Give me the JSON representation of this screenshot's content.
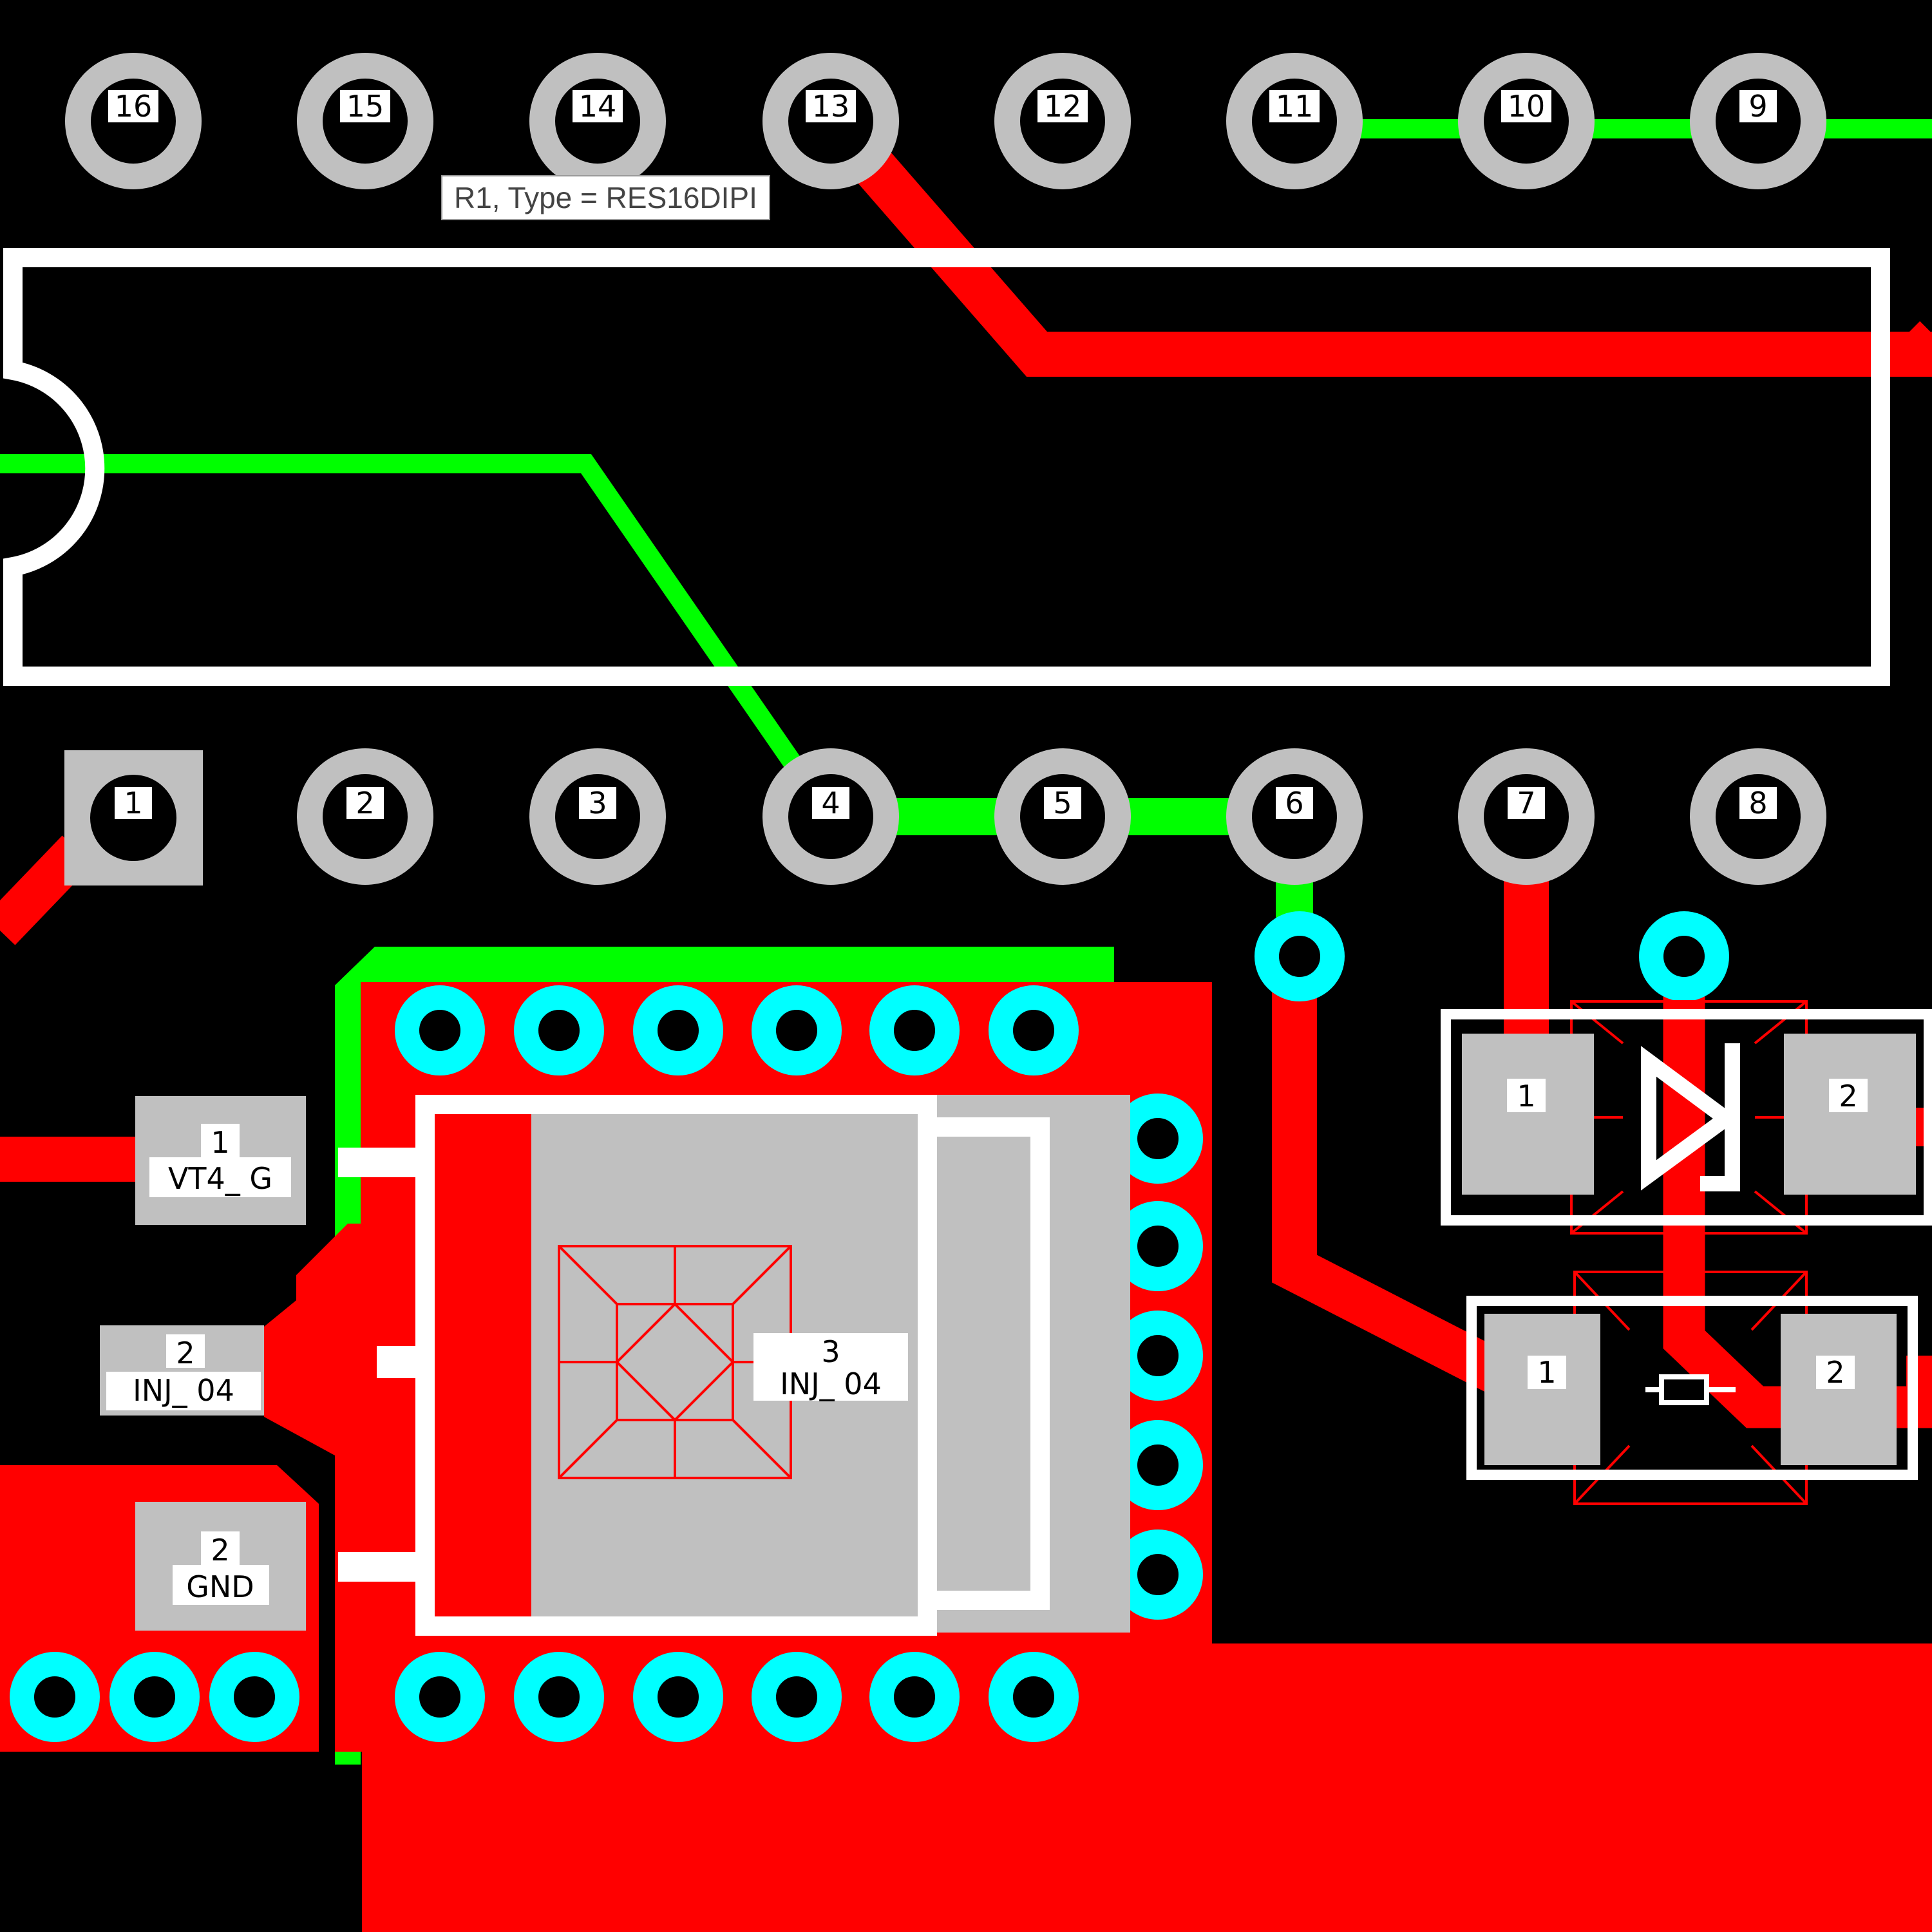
{
  "tooltip": {
    "text": "R1, Type = RES16DIPI"
  },
  "colors": {
    "background": "#000000",
    "top_copper": "#ff0000",
    "bottom_copper": "#00ff00",
    "pad": "#c0c0c0",
    "via": "#00ffff",
    "silkscreen": "#ffffff",
    "assembly": "#ff0000"
  },
  "ic_pins_top": [
    "16",
    "15",
    "14",
    "13",
    "12",
    "11",
    "10",
    "9"
  ],
  "ic_pins_bottom": [
    "1",
    "2",
    "3",
    "4",
    "5",
    "6",
    "7",
    "8"
  ],
  "pads": {
    "vt4_g": {
      "number": "1",
      "net": "VT4_ G"
    },
    "inj_04_left": {
      "number": "2",
      "net": "INJ_ 04"
    },
    "inj_04_center": {
      "number": "3",
      "net": "INJ_ 04"
    },
    "gnd": {
      "number": "2",
      "net": "GND"
    },
    "diode_pad1": {
      "number": "1"
    },
    "diode_pad2": {
      "number": "2"
    },
    "res_pad1": {
      "number": "1"
    },
    "res_pad2": {
      "number": "2"
    }
  }
}
